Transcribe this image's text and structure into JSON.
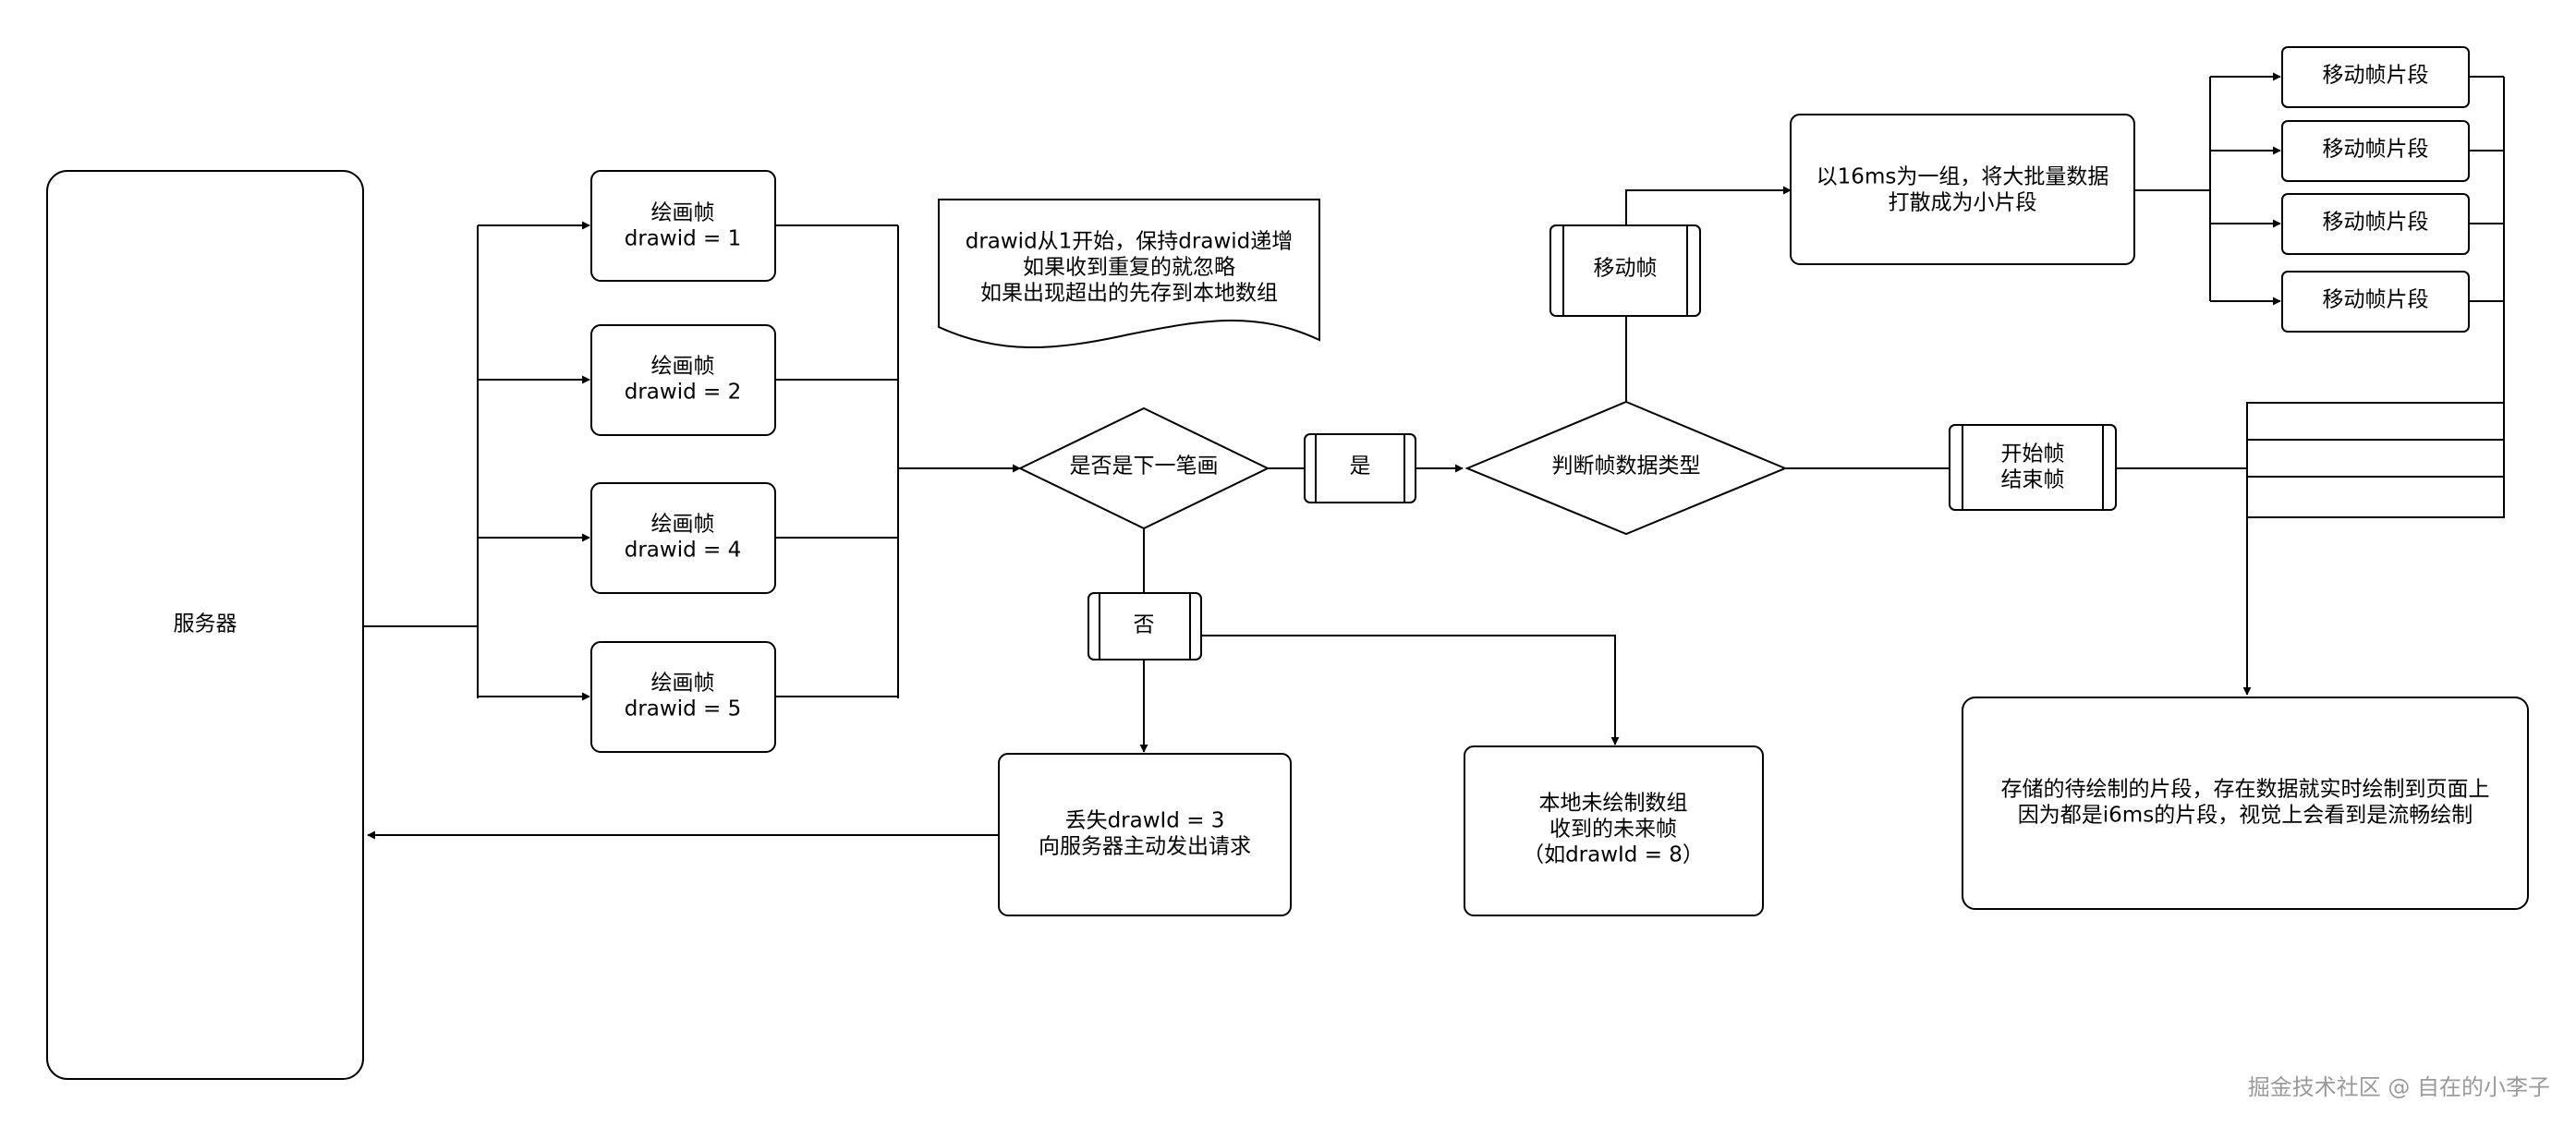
{
  "server": "服务器",
  "draw_frames": [
    {
      "line1": "绘画帧",
      "line2": "drawid = 1"
    },
    {
      "line1": "绘画帧",
      "line2": "drawid = 2"
    },
    {
      "line1": "绘画帧",
      "line2": "drawid = 4"
    },
    {
      "line1": "绘画帧",
      "line2": "drawid = 5"
    }
  ],
  "note": [
    "drawid从1开始，保持drawid递增",
    "如果收到重复的就忽略",
    "如果出现超出的先存到本地数组"
  ],
  "decision_next_stroke": "是否是下一笔画",
  "yes_label": "是",
  "no_label": "否",
  "decision_frame_type": "判断帧数据类型",
  "move_frame": "移动帧",
  "split_box": [
    "以16ms为一组，将大批量数据",
    "打散成为小片段"
  ],
  "move_segments": [
    "移动帧片段",
    "移动帧片段",
    "移动帧片段",
    "移动帧片段"
  ],
  "start_end_frame": [
    "开始帧",
    "结束帧"
  ],
  "lost_box": [
    "丢失drawId = 3",
    "向服务器主动发出请求"
  ],
  "local_array_box": [
    "本地未绘制数组",
    "收到的未来帧",
    "（如drawId = 8）"
  ],
  "stored_box": [
    "存储的待绘制的片段，存在数据就实时绘制到页面上",
    "因为都是i6ms的片段，视觉上会看到是流畅绘制"
  ],
  "watermark": "掘金技术社区 @ 自在的小李子",
  "colors": {
    "stroke": "#000000",
    "fill": "#ffffff",
    "watermark": "#9a9a9a"
  }
}
